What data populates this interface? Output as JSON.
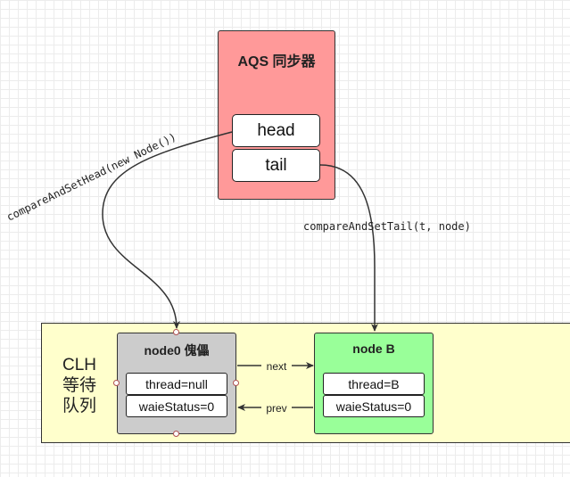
{
  "aqs": {
    "title": "AQS 同步器",
    "head_label": "head",
    "tail_label": "tail"
  },
  "queue": {
    "label_lines": [
      "CLH",
      "等待",
      "队列"
    ]
  },
  "node0": {
    "title": "node0 傀儡",
    "thread": "thread=null",
    "wait_status": "waieStatus=0"
  },
  "nodeB": {
    "title": "node B",
    "thread": "thread=B",
    "wait_status": "waieStatus=0"
  },
  "edges": {
    "set_head": "compareAndSetHead(new Node())",
    "set_tail": "compareAndSetTail(t, node)",
    "next": "next",
    "prev": "prev"
  },
  "colors": {
    "aqs_fill": "#ff9999",
    "queue_fill": "#ffffcc",
    "node0_fill": "#cccccc",
    "nodeB_fill": "#99ff99",
    "line": "#333333"
  }
}
